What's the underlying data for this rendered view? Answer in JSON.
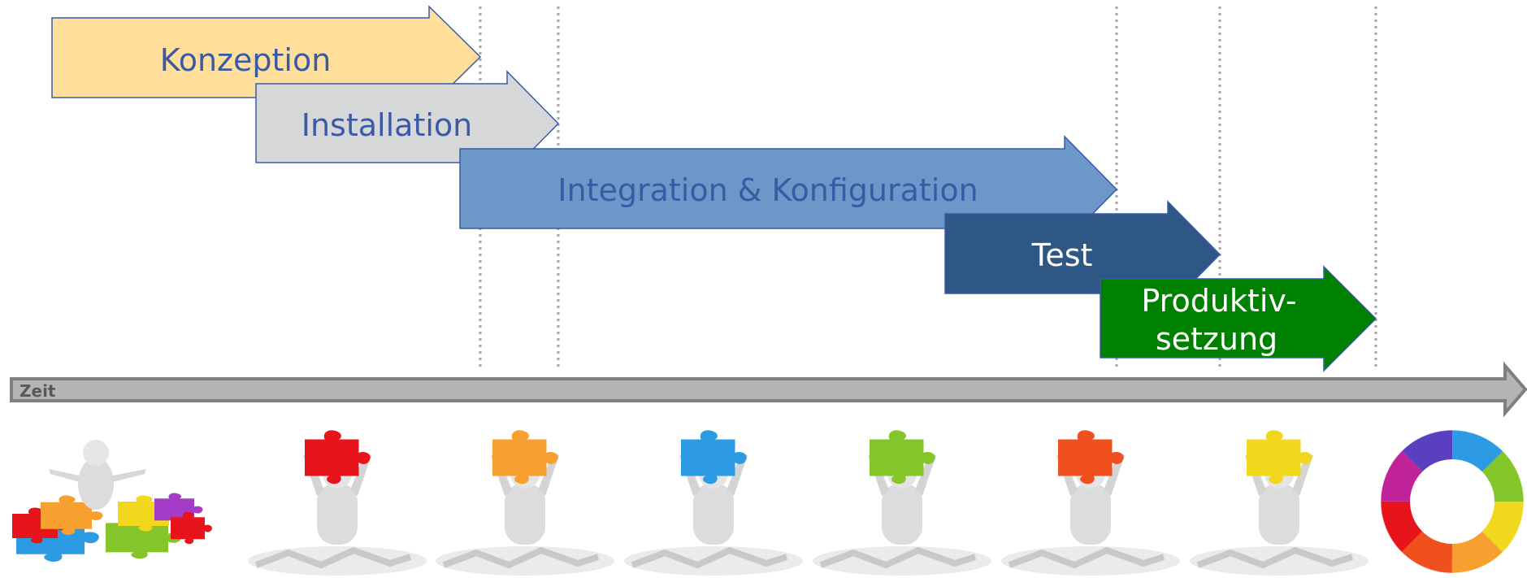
{
  "timeline": {
    "label": "Zeit"
  },
  "phases": [
    {
      "id": "konzeption",
      "lines": [
        "Konzeption"
      ],
      "fill": "#FFDF99",
      "text_color": "#3B5AA6"
    },
    {
      "id": "installation",
      "lines": [
        "Installation"
      ],
      "fill": "#D6D7D8",
      "text_color": "#3B5AA6"
    },
    {
      "id": "integration",
      "lines": [
        "Integration & Konfiguration"
      ],
      "fill": "#6C98C9",
      "text_color": "#3B5AA6"
    },
    {
      "id": "test",
      "lines": [
        "Test"
      ],
      "fill": "#2F5785",
      "text_color": "#FFFFFF"
    },
    {
      "id": "produktivsetzung",
      "lines": [
        "Produktiv-",
        "setzung"
      ],
      "fill": "#008000",
      "text_color": "#FFFFFF"
    }
  ],
  "figures": [
    {
      "type": "pile",
      "name": "puzzle-pile-figure-icon"
    },
    {
      "type": "holder",
      "piece_color": "#E8141B",
      "name": "figure-red-piece-icon"
    },
    {
      "type": "holder",
      "piece_color": "#F7A030",
      "name": "figure-orange-piece-icon"
    },
    {
      "type": "holder",
      "piece_color": "#2D9BE4",
      "name": "figure-blue-piece-icon"
    },
    {
      "type": "holder",
      "piece_color": "#84C52A",
      "name": "figure-green-piece-icon"
    },
    {
      "type": "holder",
      "piece_color": "#F0501E",
      "name": "figure-orangered-piece-icon"
    },
    {
      "type": "holder",
      "piece_color": "#F2D81C",
      "name": "figure-yellow-piece-icon"
    },
    {
      "type": "ring",
      "name": "puzzle-ring-icon"
    }
  ],
  "colors": {
    "timeline_fill": "#B4B4B4",
    "timeline_border": "#7F7F7F",
    "timeline_text": "#595959",
    "divider": "#A6A6A6",
    "arrow_border": "#3B5AA6"
  }
}
